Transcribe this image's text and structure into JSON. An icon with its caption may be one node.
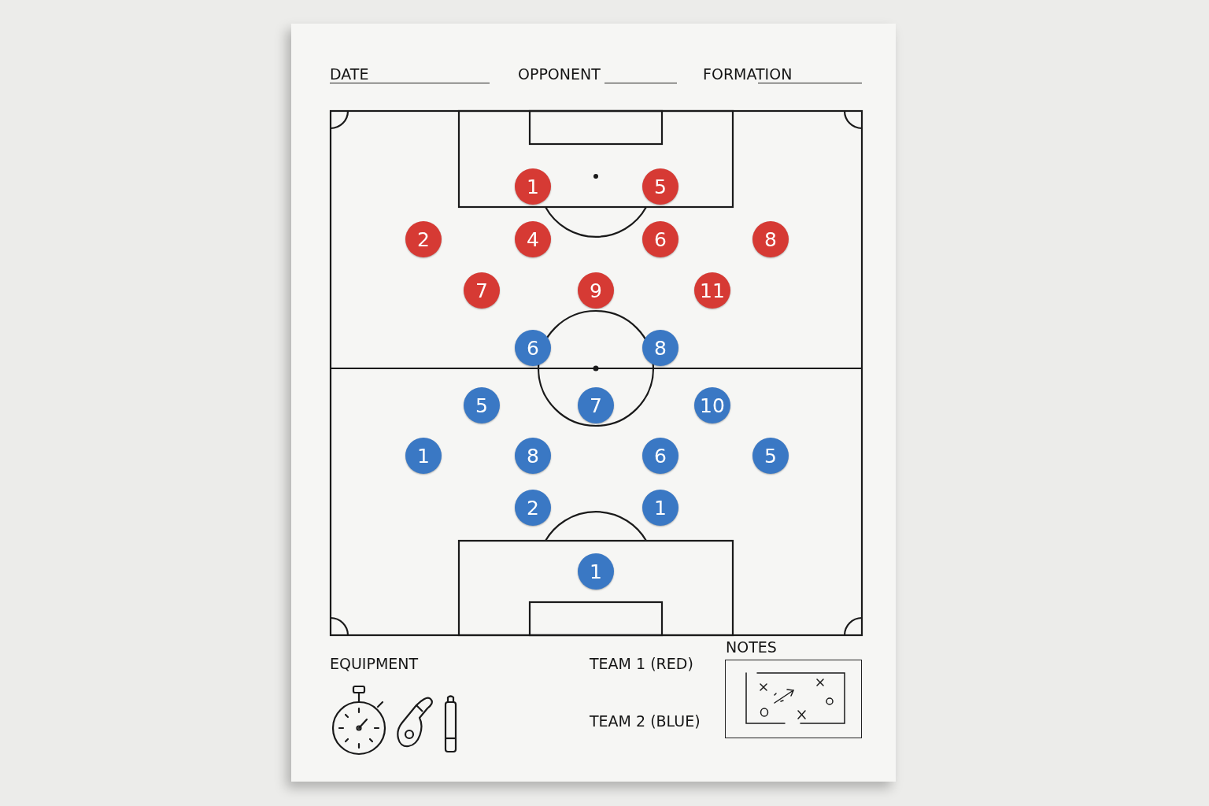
{
  "diagram": {
    "nodes": [
      {
        "text": [
          "1"
        ]
      },
      {
        "text": [
          "5"
        ]
      },
      {
        "text": [
          "2"
        ]
      },
      {
        "text": [
          "4"
        ]
      },
      {
        "text": [
          "6"
        ]
      },
      {
        "text": [
          "8"
        ]
      },
      {
        "text": [
          "7"
        ]
      },
      {
        "text": [
          "9"
        ]
      },
      {
        "text": [
          "11"
        ]
      },
      {
        "text": [
          "6"
        ]
      },
      {
        "text": [
          "8"
        ]
      },
      {
        "text": [
          "5"
        ]
      },
      {
        "text": [
          "7"
        ]
      },
      {
        "text": [
          "10"
        ]
      },
      {
        "text": [
          "1"
        ]
      },
      {
        "text": [
          "8"
        ]
      },
      {
        "text": [
          "6"
        ]
      },
      {
        "text": [
          "5"
        ]
      },
      {
        "text": [
          "2"
        ]
      },
      {
        "text": [
          "1"
        ]
      },
      {
        "text": [
          "1"
        ]
      },
      {
        "text": [
          "NOTES"
        ]
      }
    ],
    "labels": [
      "DATE",
      "OPPONENT",
      "FORMATION",
      "EQUIPMENT",
      "TEAM 1 (RED)",
      "TEAM 2 (BLUE)"
    ]
  }
}
